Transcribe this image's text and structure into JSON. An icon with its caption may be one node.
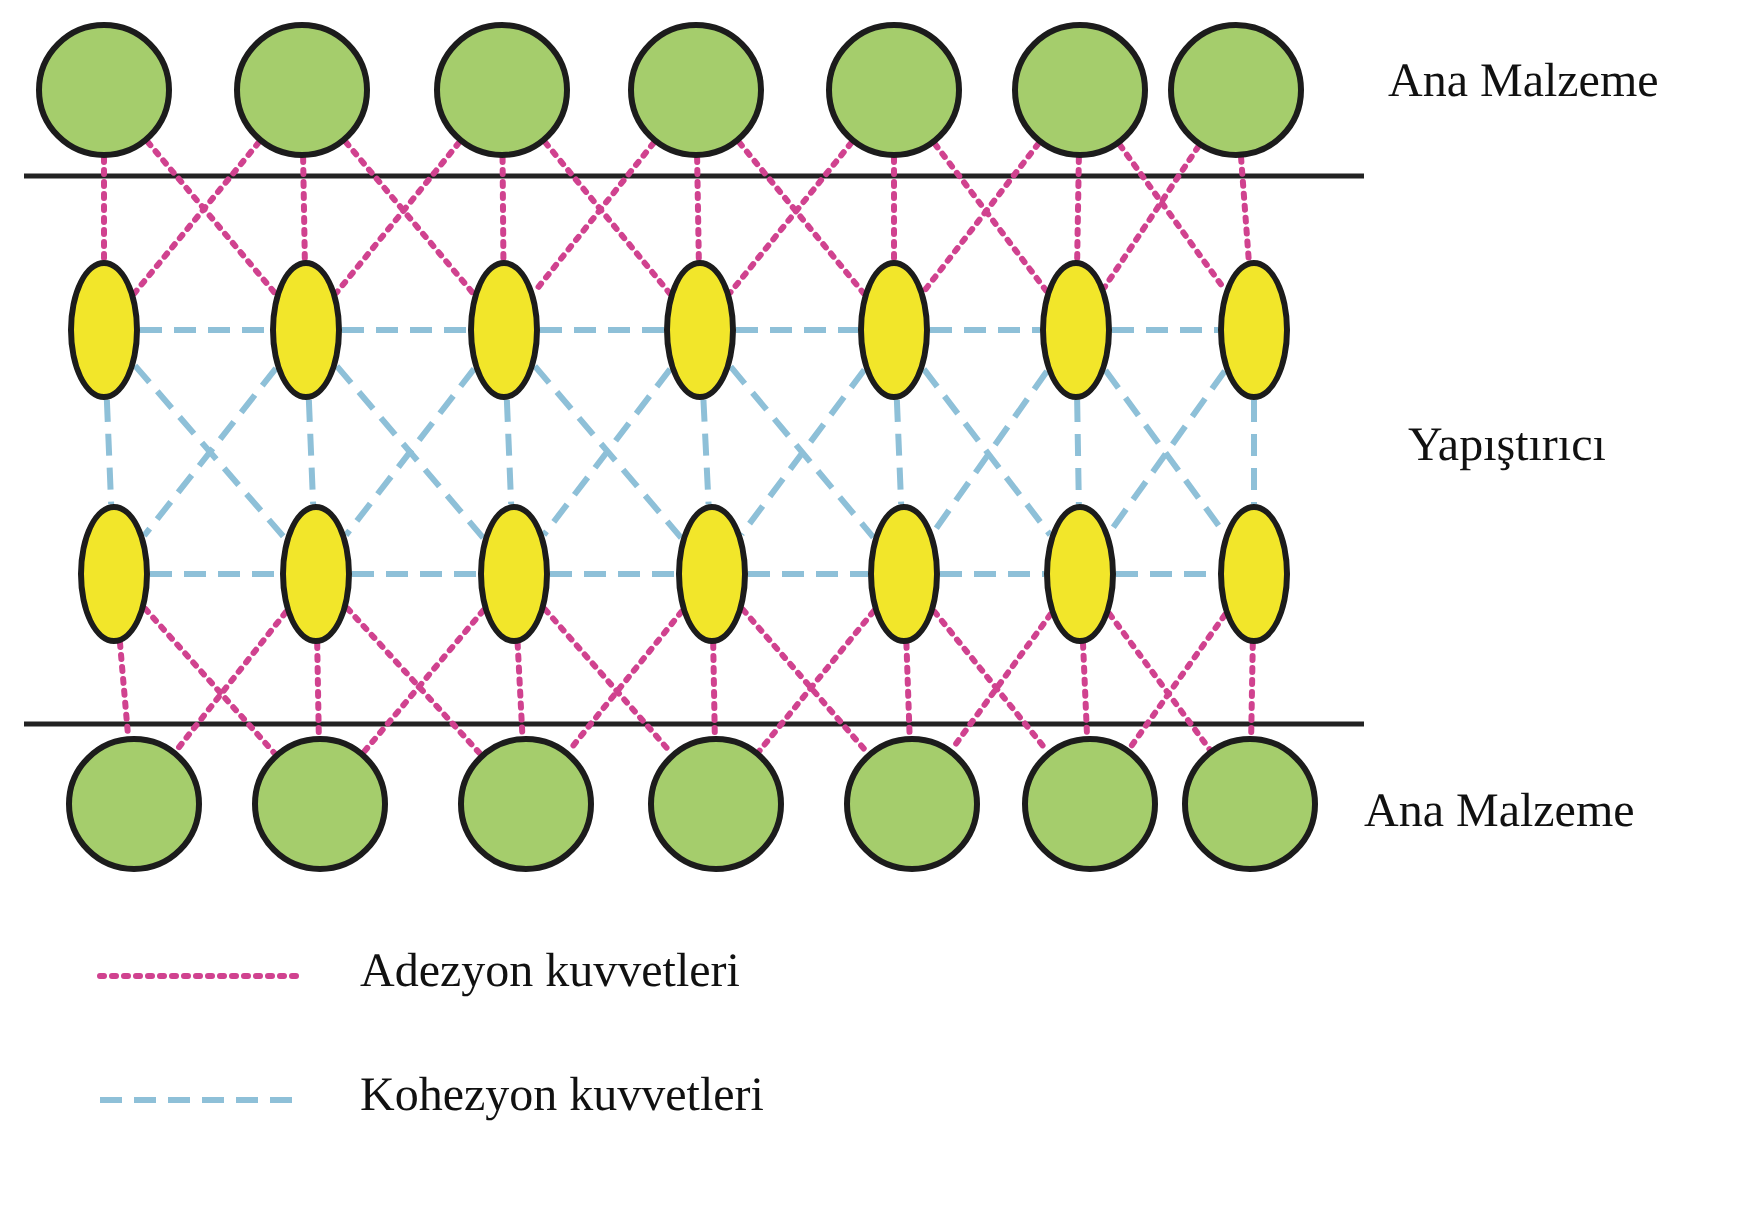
{
  "diagram": {
    "nodes": [
      {
        "text": [],
        "shape": "circle"
      },
      {
        "text": [],
        "shape": "circle"
      },
      {
        "text": [],
        "shape": "circle"
      },
      {
        "text": [],
        "shape": "circle"
      },
      {
        "text": [],
        "shape": "circle"
      },
      {
        "text": [],
        "shape": "circle"
      },
      {
        "text": [],
        "shape": "circle"
      },
      {
        "text": [],
        "shape": "ellipse"
      },
      {
        "text": [],
        "shape": "ellipse"
      },
      {
        "text": [],
        "shape": "ellipse"
      },
      {
        "text": [],
        "shape": "ellipse"
      },
      {
        "text": [],
        "shape": "ellipse"
      },
      {
        "text": [],
        "shape": "ellipse"
      },
      {
        "text": [],
        "shape": "ellipse"
      },
      {
        "text": [],
        "shape": "ellipse"
      },
      {
        "text": [],
        "shape": "ellipse"
      },
      {
        "text": [],
        "shape": "ellipse"
      },
      {
        "text": [],
        "shape": "ellipse"
      },
      {
        "text": [],
        "shape": "ellipse"
      },
      {
        "text": [],
        "shape": "ellipse"
      },
      {
        "text": [],
        "shape": "ellipse"
      },
      {
        "text": [],
        "shape": "circle"
      },
      {
        "text": [],
        "shape": "circle"
      },
      {
        "text": [],
        "shape": "circle"
      },
      {
        "text": [],
        "shape": "circle"
      },
      {
        "text": [],
        "shape": "circle"
      },
      {
        "text": [],
        "shape": "circle"
      },
      {
        "text": [],
        "shape": "circle"
      }
    ],
    "edges": [
      {
        "from": 0,
        "to": 7,
        "arrow": "none"
      },
      {
        "from": 0,
        "to": 8,
        "arrow": "none"
      },
      {
        "from": 1,
        "to": 7,
        "arrow": "none"
      },
      {
        "from": 1,
        "to": 8,
        "arrow": "none"
      },
      {
        "from": 1,
        "to": 9,
        "arrow": "none"
      },
      {
        "from": 2,
        "to": 8,
        "arrow": "none"
      },
      {
        "from": 2,
        "to": 9,
        "arrow": "none"
      },
      {
        "from": 2,
        "to": 10,
        "arrow": "none"
      },
      {
        "from": 3,
        "to": 9,
        "arrow": "none"
      },
      {
        "from": 3,
        "to": 10,
        "arrow": "none"
      },
      {
        "from": 3,
        "to": 11,
        "arrow": "none"
      },
      {
        "from": 4,
        "to": 10,
        "arrow": "none"
      },
      {
        "from": 4,
        "to": 11,
        "arrow": "none"
      },
      {
        "from": 4,
        "to": 12,
        "arrow": "none"
      },
      {
        "from": 5,
        "to": 11,
        "arrow": "none"
      },
      {
        "from": 5,
        "to": 12,
        "arrow": "none"
      },
      {
        "from": 5,
        "to": 13,
        "arrow": "none"
      },
      {
        "from": 6,
        "to": 12,
        "arrow": "none"
      },
      {
        "from": 6,
        "to": 13,
        "arrow": "none"
      },
      {
        "from": 7,
        "to": 8,
        "arrow": "none",
        "style": "dashed",
        "color": "#8ec0d8"
      },
      {
        "from": 8,
        "to": 9,
        "arrow": "none",
        "style": "dashed",
        "color": "#8ec0d8"
      },
      {
        "from": 9,
        "to": 10,
        "arrow": "none",
        "style": "dashed",
        "color": "#8ec0d8"
      },
      {
        "from": 10,
        "to": 11,
        "arrow": "none",
        "style": "dashed",
        "color": "#8ec0d8"
      },
      {
        "from": 11,
        "to": 12,
        "arrow": "none",
        "style": "dashed",
        "color": "#8ec0d8"
      },
      {
        "from": 12,
        "to": 13,
        "arrow": "none",
        "style": "dashed",
        "color": "#8ec0d8"
      },
      {
        "from": 7,
        "to": 14,
        "arrow": "none",
        "style": "dashed",
        "color": "#8ec0d8"
      },
      {
        "from": 8,
        "to": 15,
        "arrow": "none",
        "style": "dashed",
        "color": "#8ec0d8"
      },
      {
        "from": 9,
        "to": 16,
        "arrow": "none",
        "style": "dashed",
        "color": "#8ec0d8"
      },
      {
        "from": 10,
        "to": 17,
        "arrow": "none",
        "style": "dashed",
        "color": "#8ec0d8"
      },
      {
        "from": 11,
        "to": 18,
        "arrow": "none",
        "style": "dashed",
        "color": "#8ec0d8"
      },
      {
        "from": 12,
        "to": 19,
        "arrow": "none",
        "style": "dashed",
        "color": "#8ec0d8"
      },
      {
        "from": 13,
        "to": 20,
        "arrow": "none",
        "style": "dashed",
        "color": "#8ec0d8"
      },
      {
        "from": 7,
        "to": 15,
        "arrow": "none",
        "style": "dashed",
        "color": "#8ec0d8"
      },
      {
        "from": 8,
        "to": 14,
        "arrow": "none",
        "style": "dashed",
        "color": "#8ec0d8"
      },
      {
        "from": 8,
        "to": 16,
        "arrow": "none",
        "style": "dashed",
        "color": "#8ec0d8"
      },
      {
        "from": 9,
        "to": 15,
        "arrow": "none",
        "style": "dashed",
        "color": "#8ec0d8"
      },
      {
        "from": 9,
        "to": 17,
        "arrow": "none",
        "style": "dashed",
        "color": "#8ec0d8"
      },
      {
        "from": 10,
        "to": 16,
        "arrow": "none",
        "style": "dashed",
        "color": "#8ec0d8"
      },
      {
        "from": 10,
        "to": 18,
        "arrow": "none",
        "style": "dashed",
        "color": "#8ec0d8"
      },
      {
        "from": 11,
        "to": 17,
        "arrow": "none",
        "style": "dashed",
        "color": "#8ec0d8"
      },
      {
        "from": 11,
        "to": 19,
        "arrow": "none",
        "style": "dashed",
        "color": "#8ec0d8"
      },
      {
        "from": 12,
        "to": 18,
        "arrow": "none",
        "style": "dashed",
        "color": "#8ec0d8"
      },
      {
        "from": 12,
        "to": 20,
        "arrow": "none",
        "style": "dashed",
        "color": "#8ec0d8"
      },
      {
        "from": 13,
        "to": 19,
        "arrow": "none",
        "style": "dashed",
        "color": "#8ec0d8"
      },
      {
        "from": 14,
        "to": 15,
        "arrow": "none",
        "style": "dashed",
        "color": "#8ec0d8"
      },
      {
        "from": 15,
        "to": 16,
        "arrow": "none",
        "style": "dashed",
        "color": "#8ec0d8"
      },
      {
        "from": 16,
        "to": 17,
        "arrow": "none",
        "style": "dashed",
        "color": "#8ec0d8"
      },
      {
        "from": 17,
        "to": 18,
        "arrow": "none",
        "style": "dashed",
        "color": "#8ec0d8"
      },
      {
        "from": 18,
        "to": 19,
        "arrow": "none",
        "style": "dashed",
        "color": "#8ec0d8"
      },
      {
        "from": 19,
        "to": 20,
        "arrow": "none",
        "style": "dashed",
        "color": "#8ec0d8"
      },
      {
        "from": 14,
        "to": 21,
        "arrow": "none"
      },
      {
        "from": 14,
        "to": 22,
        "arrow": "none"
      },
      {
        "from": 15,
        "to": 21,
        "arrow": "none"
      },
      {
        "from": 15,
        "to": 22,
        "arrow": "none"
      },
      {
        "from": 15,
        "to": 23,
        "arrow": "none"
      },
      {
        "from": 16,
        "to": 22,
        "arrow": "none"
      },
      {
        "from": 16,
        "to": 23,
        "arrow": "none"
      },
      {
        "from": 16,
        "to": 24,
        "arrow": "none"
      },
      {
        "from": 17,
        "to": 23,
        "arrow": "none"
      },
      {
        "from": 17,
        "to": 24,
        "arrow": "none"
      },
      {
        "from": 17,
        "to": 25,
        "arrow": "none"
      },
      {
        "from": 18,
        "to": 24,
        "arrow": "none"
      },
      {
        "from": 18,
        "to": 25,
        "arrow": "none"
      },
      {
        "from": 18,
        "to": 26,
        "arrow": "none"
      },
      {
        "from": 19,
        "to": 25,
        "arrow": "none"
      },
      {
        "from": 19,
        "to": 26,
        "arrow": "none"
      },
      {
        "from": 19,
        "to": 27,
        "arrow": "none"
      },
      {
        "from": 20,
        "to": 26,
        "arrow": "none"
      },
      {
        "from": 20,
        "to": 27,
        "arrow": "none"
      }
    ],
    "labels": [
      "Ana Malzeme",
      "Yapıştırıcı",
      "Ana Malzeme"
    ],
    "legend": [
      {
        "text": "Adezyon kuvvetleri"
      },
      {
        "text": "Kohezyon kuvvetleri"
      }
    ]
  }
}
